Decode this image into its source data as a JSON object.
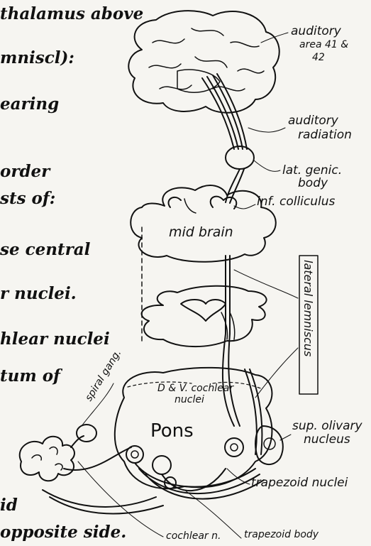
{
  "left_text": [
    "thalamus above",
    "mniscl):",
    "earing",
    "order",
    "sts of:",
    "se central",
    "r nuclei.",
    "hlear nuclei",
    "tum of",
    "id",
    "opposite side."
  ],
  "labels": {
    "auditory_area_1": "auditory",
    "auditory_area_2": "area 41 &",
    "auditory_area_3": "42",
    "auditory_radiation_1": "auditory",
    "auditory_radiation_2": "radiation",
    "lat_genic_1": "lat. genic.",
    "lat_genic_2": "body",
    "inf_colliculus": "inf. colliculus",
    "mid_brain": "mid brain",
    "lateral_lemniscus": "lateral lemniscus",
    "dv_cochlear_1": "D & V. cochlear",
    "dv_cochlear_2": "nuclei",
    "pons": "Pons",
    "sup_olivary_1": "sup. olivary",
    "sup_olivary_2": "nucleus",
    "spiral_gang": "spiral gang.",
    "trapezoid_nuclei": "trapezoid nuclei",
    "cochlear_n": "cochlear n.",
    "trapezoid_body": "trapezoid body"
  }
}
